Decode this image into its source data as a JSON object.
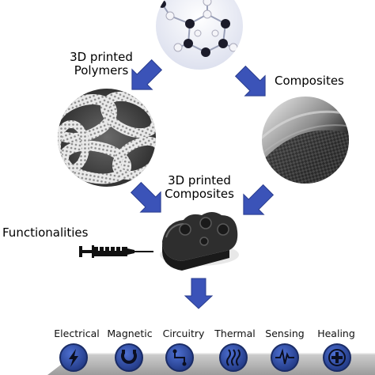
{
  "labels": {
    "polymers_line1": "3D printed",
    "polymers_line2": "Polymers",
    "composites": "Composites",
    "printed_composites_line1": "3D printed",
    "printed_composites_line2": "Composites",
    "functionalities": "Functionalities"
  },
  "functionalities": [
    {
      "label": "Electrical",
      "icon": "lightning-icon"
    },
    {
      "label": "Magnetic",
      "icon": "magnet-icon"
    },
    {
      "label": "Circuitry",
      "icon": "circuit-icon"
    },
    {
      "label": "Thermal",
      "icon": "heat-waves-icon"
    },
    {
      "label": "Sensing",
      "icon": "signal-wave-icon"
    },
    {
      "label": "Healing",
      "icon": "plus-circle-icon"
    }
  ],
  "colors": {
    "arrow": "#3b53b8",
    "arrow_edge": "#2a3d8f",
    "icon_fill": "#2d4a9e",
    "icon_ring": "#1a2c66",
    "platform": "#b8b8b8"
  }
}
